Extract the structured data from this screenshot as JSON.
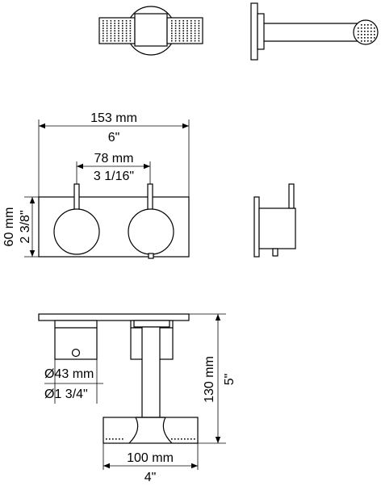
{
  "dimensions": {
    "width_mm": "153 mm",
    "width_in": "6\"",
    "spacing_mm": "78 mm",
    "spacing_in": "3 1/16\"",
    "height_mm": "60 mm",
    "height_in": "2 3/8\"",
    "diameter_mm": "Ø43 mm",
    "diameter_in": "Ø1 3/4\"",
    "depth_mm": "130 mm",
    "depth_in": "5\"",
    "spout_mm": "100 mm",
    "spout_in": "4\""
  },
  "colors": {
    "line": "#000000",
    "background": "#ffffff"
  }
}
